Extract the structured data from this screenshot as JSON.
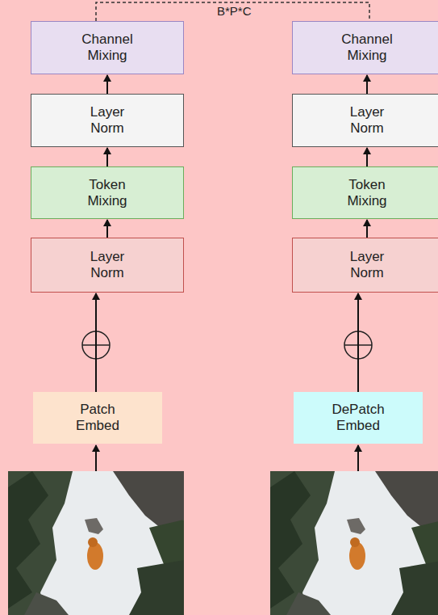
{
  "diagram": {
    "nodes": [
      {
        "text": [
          "Channel Mixing"
        ]
      },
      {
        "text": [
          "Layer Norm"
        ]
      },
      {
        "text": [
          "Token Mixing"
        ]
      },
      {
        "text": [
          "Layer Norm"
        ]
      },
      {
        "text": [
          "Patch Embed"
        ]
      },
      {
        "text": [
          "Channel Mixing"
        ]
      },
      {
        "text": [
          "Layer Norm"
        ]
      },
      {
        "text": [
          "Token Mixing"
        ]
      },
      {
        "text": [
          "Layer Norm"
        ]
      },
      {
        "text": [
          "DePatch Embed"
        ]
      }
    ],
    "edges": [
      {
        "from": 1,
        "to": 0,
        "arrow": "to"
      },
      {
        "from": 2,
        "to": 1,
        "arrow": "to"
      },
      {
        "from": 3,
        "to": 2,
        "arrow": "to"
      },
      {
        "from": 4,
        "to": 3,
        "arrow": "to"
      },
      {
        "from": 6,
        "to": 5,
        "arrow": "to"
      },
      {
        "from": 7,
        "to": 6,
        "arrow": "to"
      },
      {
        "from": 8,
        "to": 7,
        "arrow": "to"
      },
      {
        "from": 9,
        "to": 8,
        "arrow": "to"
      }
    ],
    "labels": [
      "B*P*C"
    ]
  }
}
